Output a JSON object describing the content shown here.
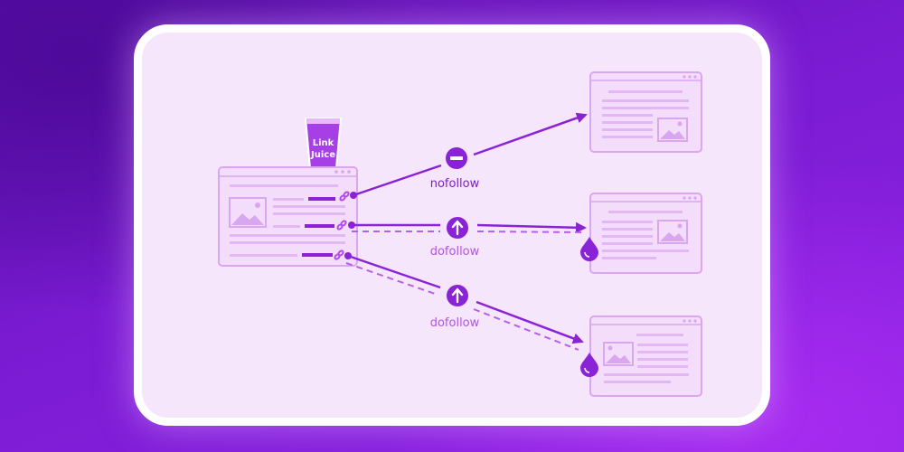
{
  "colors": {
    "background": "#7a1bd2",
    "card": "#f6e6fb",
    "card_border": "#ffffff",
    "accent": "#8a22d6",
    "accent_light": "#c77af0",
    "window_fill": "#f4dcfb",
    "window_line": "#d9a6f0"
  },
  "glass": {
    "line1": "Link",
    "line2": "Juice",
    "icon": "glass-icon"
  },
  "links": [
    {
      "label": "nofollow",
      "symbol": "no-entry-icon",
      "style": "solid"
    },
    {
      "label": "dofollow",
      "symbol": "up-arrow-icon",
      "style": "dashed"
    },
    {
      "label": "dofollow",
      "symbol": "up-arrow-icon",
      "style": "dashed"
    }
  ],
  "icons": {
    "chain": "chain-link-icon",
    "drop": "drop-icon",
    "image": "image-placeholder-icon"
  }
}
